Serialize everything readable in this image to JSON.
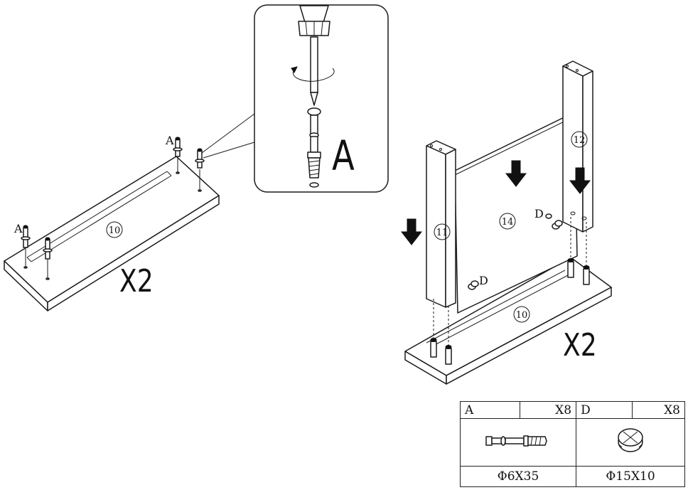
{
  "labels": {
    "left_x2": "X2",
    "right_x2": "X2",
    "zoom_letter": "A",
    "screw_a_1": "A",
    "screw_a_2": "A",
    "cam_d_1": "D",
    "cam_d_2": "D"
  },
  "part_numbers": {
    "left_base": "10",
    "right_base": "10",
    "left_side": "11",
    "right_side": "12",
    "back_panel": "14"
  },
  "hardware_table": [
    {
      "code": "A",
      "qty": "X8",
      "size": "Φ6X35",
      "icon": "cam-bolt-icon"
    },
    {
      "code": "D",
      "qty": "X8",
      "size": "Φ15X10",
      "icon": "cam-lock-icon"
    }
  ]
}
